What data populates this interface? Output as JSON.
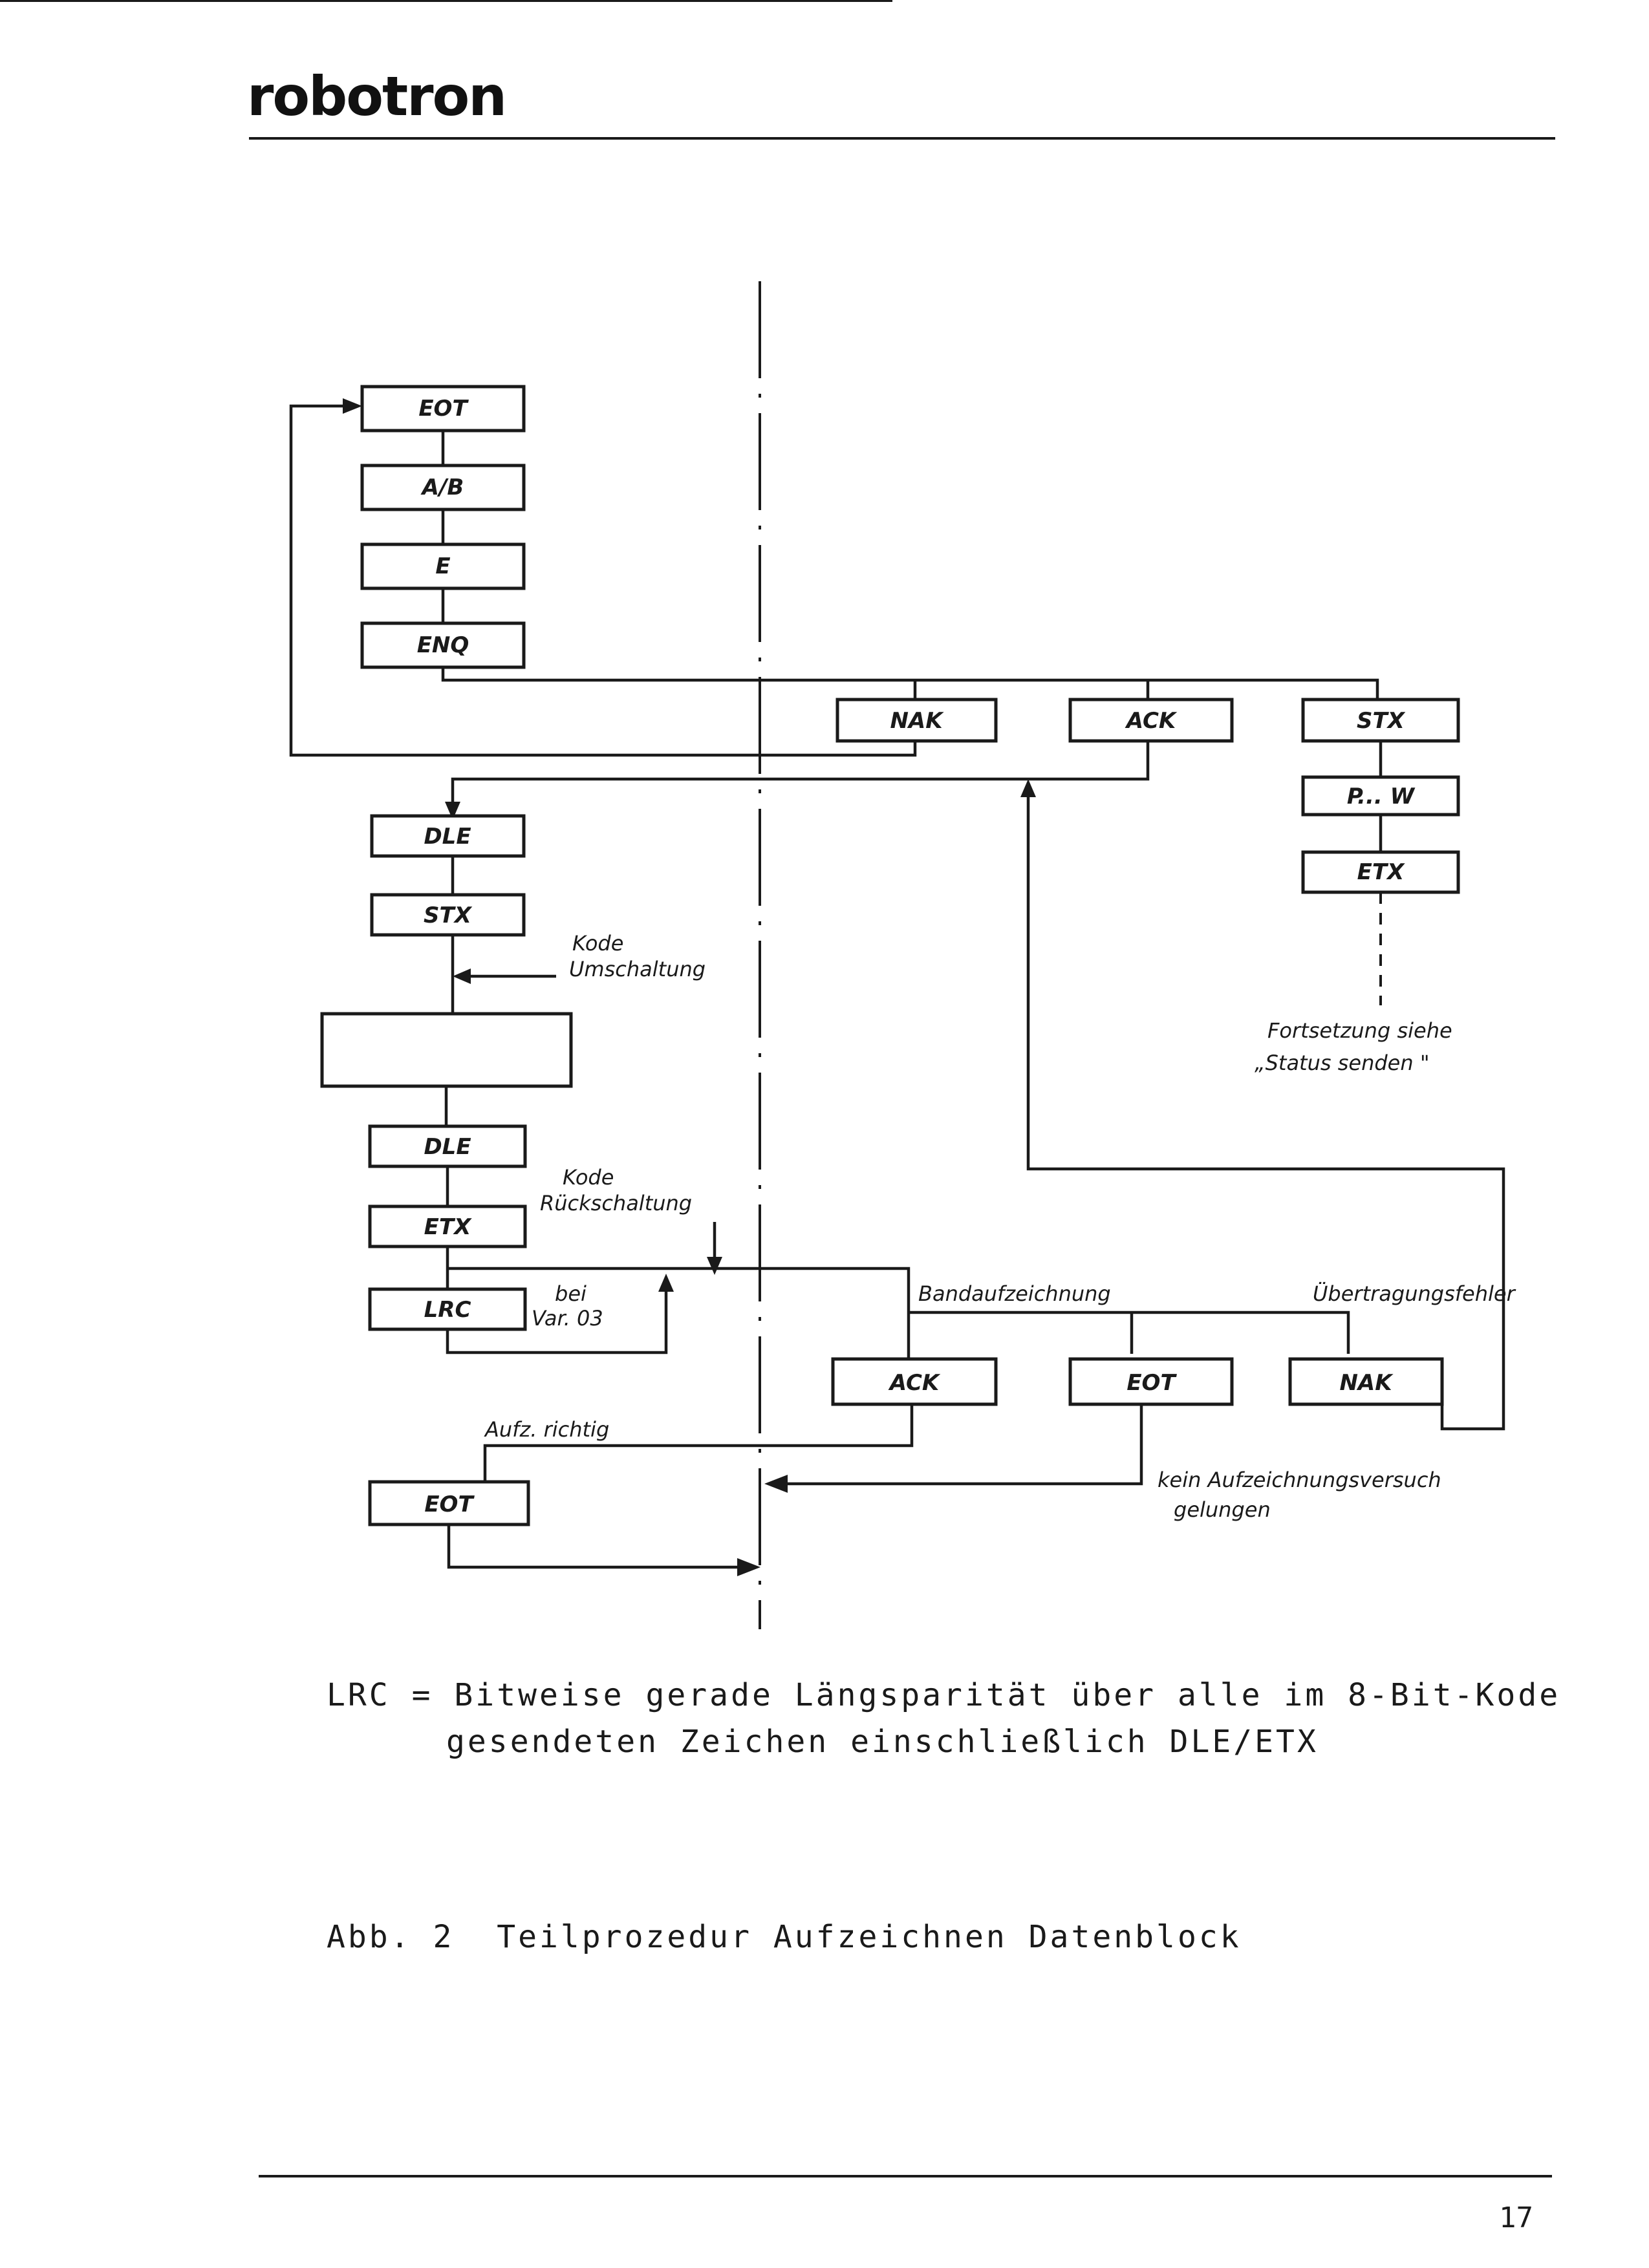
{
  "header": {
    "logo_text": "robotron"
  },
  "diagram": {
    "boxes": {
      "eot_top": "EOT",
      "ab": "A/B",
      "e": "E",
      "enq": "ENQ",
      "nak_top": "NAK",
      "ack_top": "ACK",
      "stx_right": "STX",
      "pw": "P... W",
      "etx_right": "ETX",
      "dle_1": "DLE",
      "stx_left": "STX",
      "data_block": "",
      "dle_2": "DLE",
      "etx_left": "ETX",
      "lrc": "LRC",
      "ack_bottom": "ACK",
      "eot_bottom": "EOT",
      "nak_bottom": "NAK",
      "eot_final": "EOT"
    },
    "notes": {
      "kode_umschaltung_1": "Kode",
      "kode_umschaltung_2": "Umschaltung",
      "kode_rueckschaltung_1": "Kode",
      "kode_rueckschaltung_2": "Rückschaltung",
      "bei_var_1": "bei",
      "bei_var_2": "Var. 03",
      "fortsetzung_1": "Fortsetzung siehe",
      "fortsetzung_2": "„Status senden \"",
      "bandaufzeichnung": "Bandaufzeichnung",
      "uebertragungsfehler": "Übertragungsfehler",
      "aufz_richtig": "Aufz. richtig",
      "kein_versuch_1": "kein Aufzeichnungsversuch",
      "kein_versuch_2": "gelungen"
    }
  },
  "legend": {
    "line_1": "LRC = Bitweise gerade Längsparität über alle im 8-Bit-Kode",
    "line_2": "gesendeten Zeichen einschließlich DLE/ETX"
  },
  "caption": "Abb. 2  Teilprozedur Aufzeichnen Datenblock",
  "page_number": "17"
}
